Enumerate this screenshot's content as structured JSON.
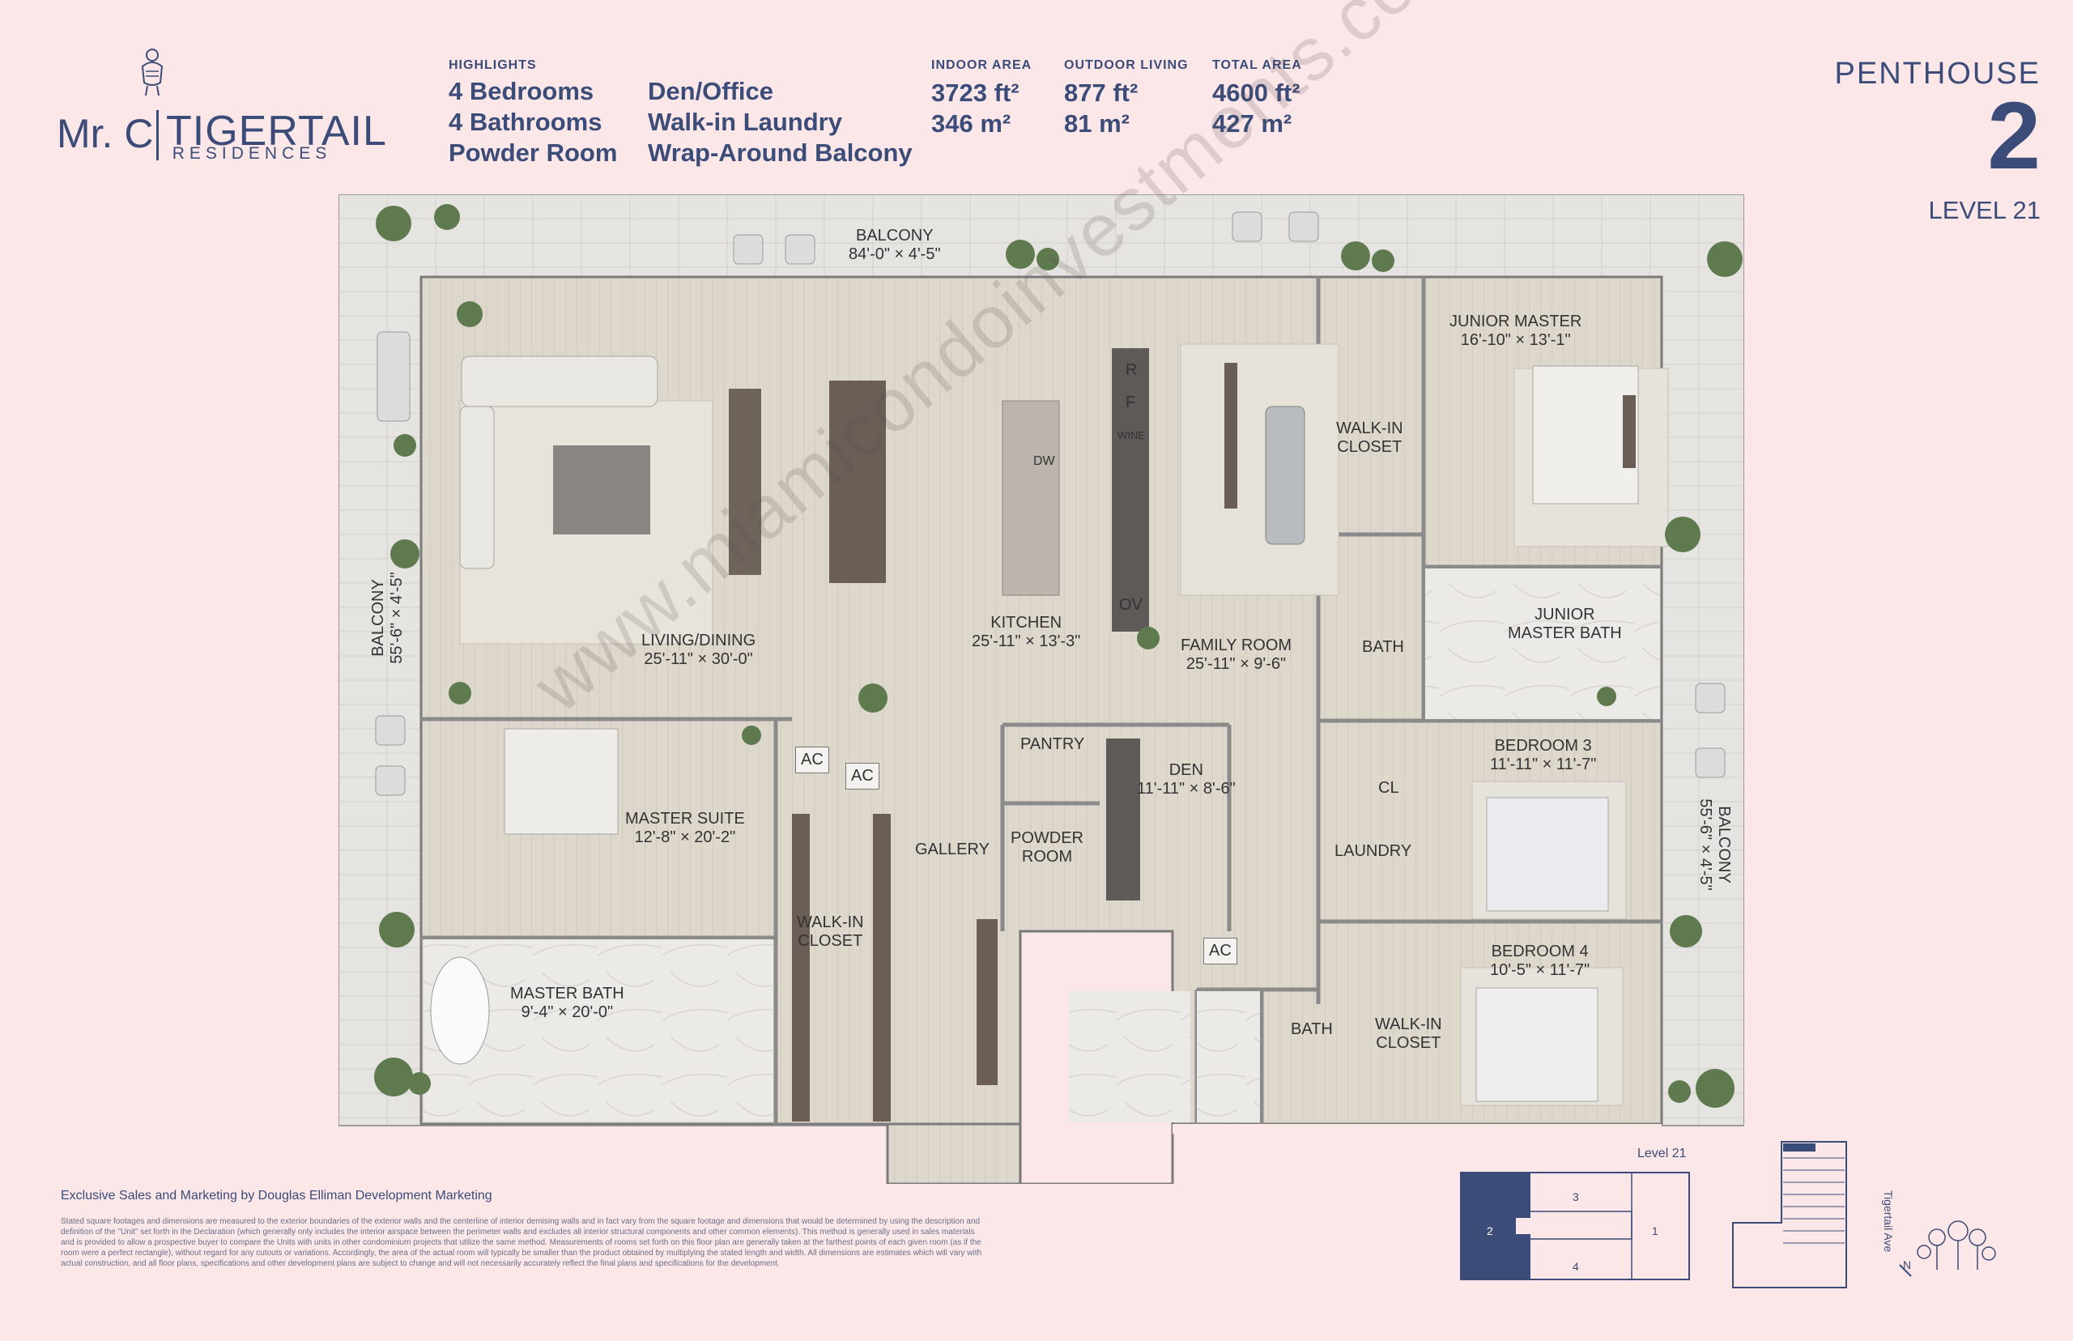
{
  "brand": {
    "mr_c": "Mr. C",
    "name": "TIGERTAIL",
    "sub": "RESIDENCES"
  },
  "highlights": {
    "label": "HIGHLIGHTS",
    "col1": [
      "4 Bedrooms",
      "4 Bathrooms",
      "Powder Room"
    ],
    "col2": [
      "Den/Office",
      "Walk-in Laundry",
      "Wrap-Around Balcony"
    ]
  },
  "areas": {
    "indoor": {
      "label": "INDOOR AREA",
      "ft": "3723 ft²",
      "m": "346 m²"
    },
    "outdoor": {
      "label": "OUTDOOR LIVING",
      "ft": "877 ft²",
      "m": "81 m²"
    },
    "total": {
      "label": "TOTAL AREA",
      "ft": "4600 ft²",
      "m": "427 m²"
    }
  },
  "unit": {
    "type": "PENTHOUSE",
    "number": "2",
    "level": "LEVEL 21"
  },
  "rooms": {
    "balcony_top": {
      "name": "BALCONY",
      "dim": "84'-0\" × 4'-5\""
    },
    "balcony_left": {
      "name": "BALCONY",
      "dim": "55'-6\" × 4'-5\""
    },
    "balcony_right": {
      "name": "BALCONY",
      "dim": "55'-6\" × 4'-5\""
    },
    "living": {
      "name": "LIVING/DINING",
      "dim": "25'-11\" × 30'-0\""
    },
    "kitchen": {
      "name": "KITCHEN",
      "dim": "25'-11\" × 13'-3\""
    },
    "family": {
      "name": "FAMILY ROOM",
      "dim": "25'-11\" × 9'-6\""
    },
    "junior_master": {
      "name": "JUNIOR MASTER",
      "dim": "16'-10\" × 13'-1\""
    },
    "junior_bath": {
      "name": "JUNIOR",
      "name2": "MASTER BATH"
    },
    "walkin1": {
      "name": "WALK-IN",
      "name2": "CLOSET"
    },
    "bath1": {
      "name": "BATH"
    },
    "master_suite": {
      "name": "MASTER SUITE",
      "dim": "12'-8\" × 20'-2\""
    },
    "master_bath": {
      "name": "MASTER BATH",
      "dim": "9'-4\" × 20'-0\""
    },
    "walkin2": {
      "name": "WALK-IN",
      "name2": "CLOSET"
    },
    "gallery": {
      "name": "GALLERY"
    },
    "pantry": {
      "name": "PANTRY"
    },
    "powder": {
      "name": "POWDER",
      "name2": "ROOM"
    },
    "den": {
      "name": "DEN",
      "dim": "11'-11\" × 8'-6\""
    },
    "bedroom3": {
      "name": "BEDROOM 3",
      "dim": "11'-11\" × 11'-7\""
    },
    "cl": {
      "name": "CL"
    },
    "laundry": {
      "name": "LAUNDRY"
    },
    "bedroom4": {
      "name": "BEDROOM 4",
      "dim": "10'-5\" × 11'-7\""
    },
    "bath2": {
      "name": "BATH"
    },
    "walkin3": {
      "name": "WALK-IN",
      "name2": "CLOSET"
    },
    "ac": "AC",
    "appliances": {
      "r": "R",
      "f": "F",
      "wine": "WINE",
      "dw": "DW",
      "ov": "OV"
    }
  },
  "watermark": "www.miamicondoinvestments.com",
  "footer": {
    "sales": "Exclusive Sales and Marketing by Douglas Elliman Development Marketing",
    "disclaimer": "Stated square footages and dimensions are measured to the exterior boundaries of the exterior walls and the centerline of interior demising walls and in fact vary from the square footage and dimensions that would be determined by using the description and definition of the \"Unit\" set forth in the Declaration (which generally only includes the interior airspace between the perimeter walls and excludes all interior structural components and other common elements). This method is generally used in sales materials and is provided to allow a prospective buyer to compare the Units with units in other condominium projects that utilize the same method. Measurements of rooms set forth on this floor plan are generally taken at the farthest points of each given room (as if the room were a perfect rectangle), without regard for any cutouts or variations. Accordingly, the area of the actual room will typically be smaller than the product obtained by multiplying the stated length and width. All dimensions are estimates which will vary with actual construction, and all floor plans, specifications and other development plans are subject to change and will not necessarily accurately reflect the final plans and specifications for the development."
  },
  "keyplan": {
    "level": "Level 21",
    "units": [
      "2",
      "3",
      "1",
      "4"
    ]
  },
  "siteplan": {
    "street": "Tigertail Ave",
    "north": "N"
  },
  "colors": {
    "navy": "#3b4c78",
    "background": "#fbe6e8",
    "floor": "#ddd8cf"
  }
}
